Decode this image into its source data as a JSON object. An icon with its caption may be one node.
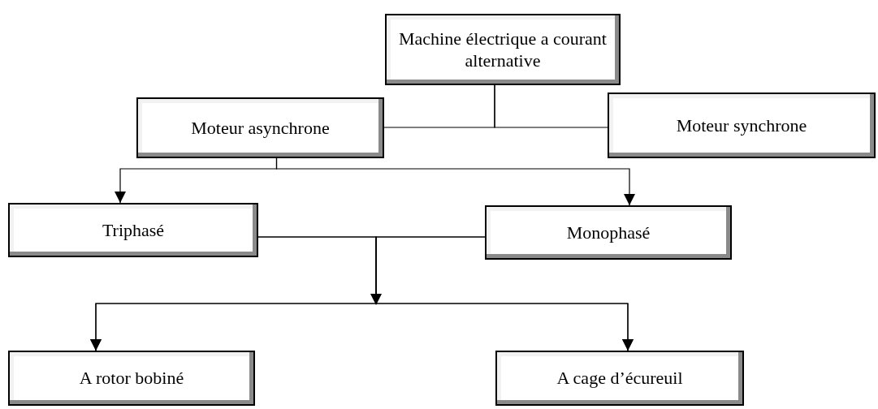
{
  "diagram": {
    "nodes": [
      {
        "text": [
          "Machine électrique a courant alternative"
        ]
      },
      {
        "text": [
          "Moteur asynchrone"
        ]
      },
      {
        "text": [
          "Moteur synchrone"
        ]
      },
      {
        "text": [
          "Triphasé"
        ]
      },
      {
        "text": [
          "Monophasé"
        ]
      },
      {
        "text": [
          "A rotor bobiné"
        ]
      },
      {
        "text": [
          "A cage d’écureuil"
        ]
      }
    ],
    "edges": [
      {
        "from": 0,
        "to": 1,
        "arrow": "none"
      },
      {
        "from": 0,
        "to": 2,
        "arrow": "none"
      },
      {
        "from": 1,
        "to": 3,
        "arrow": "to"
      },
      {
        "from": 1,
        "to": 4,
        "arrow": "to"
      },
      {
        "from": 3,
        "to": 5,
        "arrow": "to"
      },
      {
        "from": 3,
        "to": 6,
        "arrow": "to"
      },
      {
        "from": 4,
        "to": 5,
        "arrow": "to"
      },
      {
        "from": 4,
        "to": 6,
        "arrow": "to"
      }
    ]
  }
}
